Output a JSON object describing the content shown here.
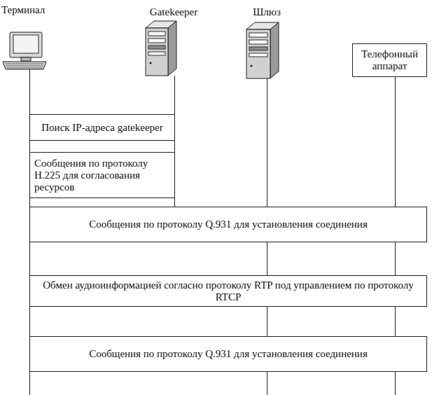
{
  "diagram": {
    "nodes": [
      {
        "text": [
          "Телефонный аппарат"
        ]
      },
      {
        "text": [
          "Поиск IP-адреса gatekeeper"
        ]
      },
      {
        "text": [
          "Сообщения по протоколу H.225 для согласования ресурсов"
        ]
      },
      {
        "text": [
          "Сообщения по протоколу Q.931 для установления соединения"
        ]
      },
      {
        "text": [
          "Обмен аудиоинформацией согласно протоколу RTP под управлением по протоколу RTCP"
        ]
      },
      {
        "text": [
          "Сообщения по протоколу Q.931 для установления соединения"
        ]
      }
    ],
    "labels": [
      "Терминал",
      "Gatekeeper",
      "Шлюз"
    ]
  }
}
